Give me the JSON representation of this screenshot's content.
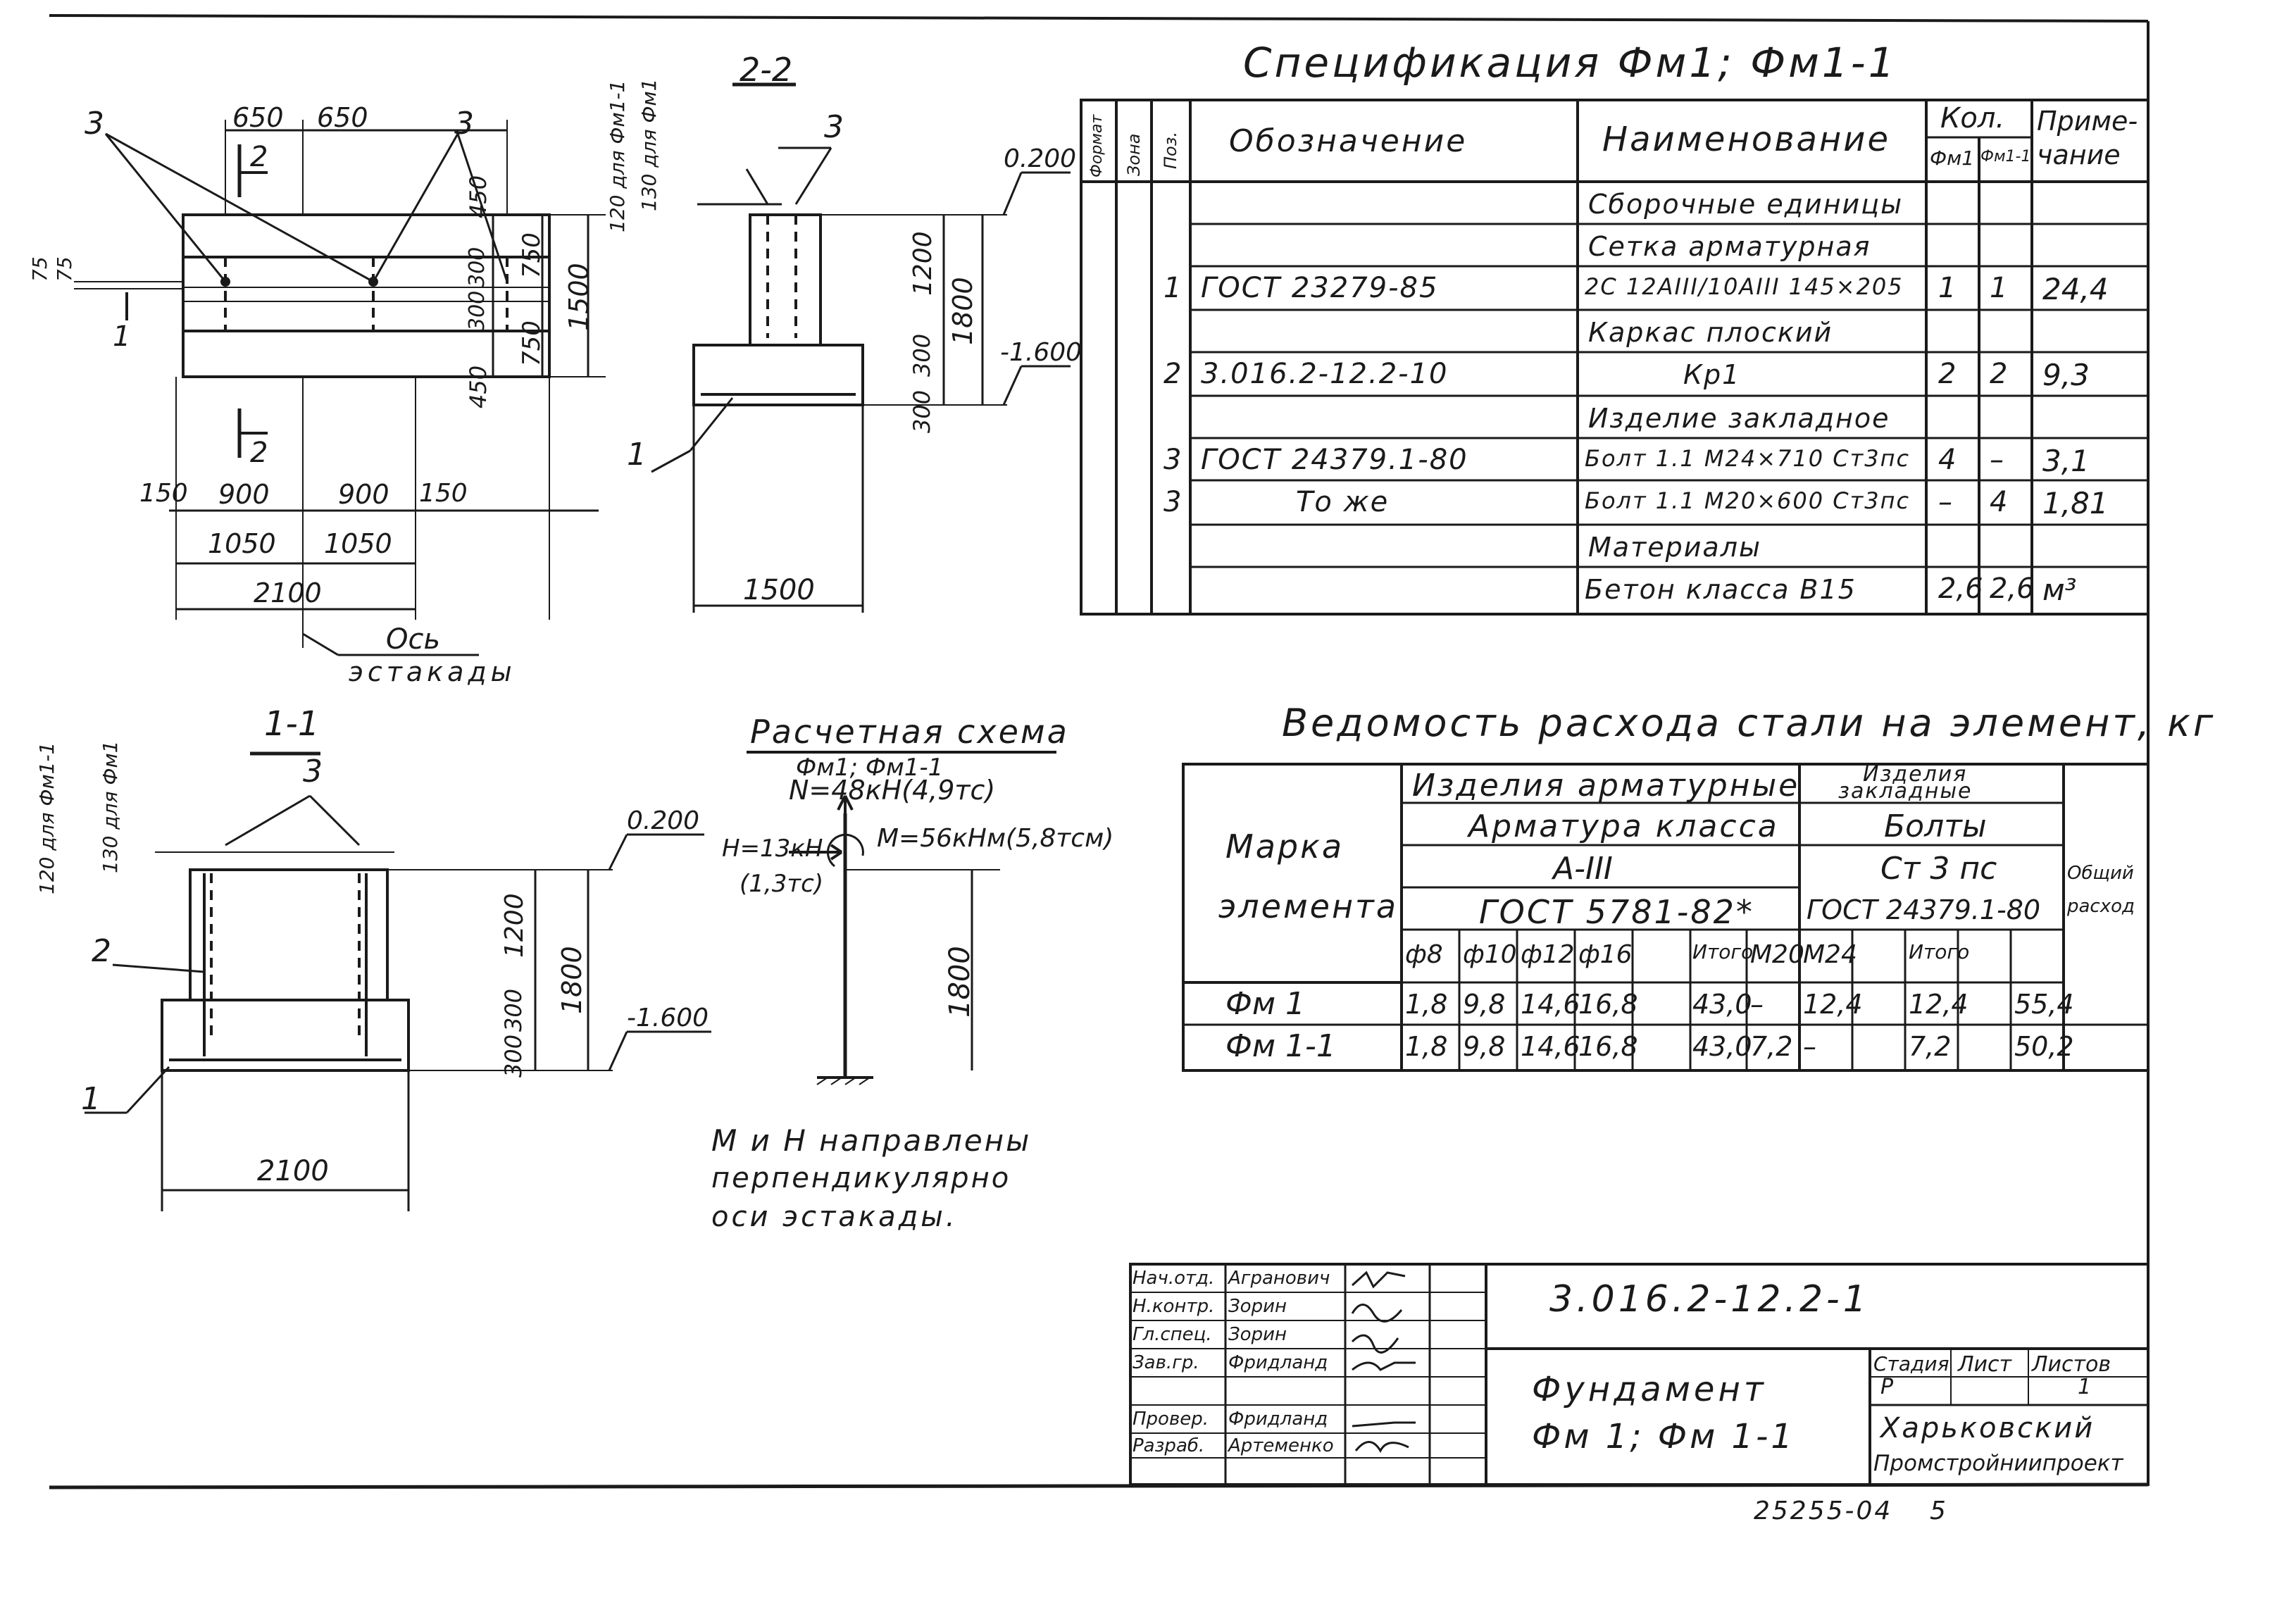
{
  "spec": {
    "title": "Спецификация Фм1; Фм1-1",
    "headers": {
      "format": "Формат",
      "zone": "Зона",
      "pos": "Поз.",
      "designation": "Обозначение",
      "name": "Наименование",
      "qty": "Кол.",
      "qty_fm1": "Фм1",
      "qty_fm11": "Фм1-1",
      "note_1": "Приме-",
      "note_2": "чание"
    },
    "rows": [
      {
        "pos": "",
        "designation": "",
        "name": "Сборочные единицы",
        "q1": "",
        "q2": "",
        "note": ""
      },
      {
        "pos": "",
        "designation": "",
        "name": "Сетка арматурная",
        "q1": "",
        "q2": "",
        "note": ""
      },
      {
        "pos": "1",
        "designation": "ГОСТ 23279-85",
        "name": "2С 12АIII/10АIII 145×205",
        "q1": "1",
        "q2": "1",
        "note": "24,4"
      },
      {
        "pos": "",
        "designation": "",
        "name": "Каркас плоский",
        "q1": "",
        "q2": "",
        "note": ""
      },
      {
        "pos": "2",
        "designation": "3.016.2-12.2-10",
        "name": "Кр1",
        "q1": "2",
        "q2": "2",
        "note": "9,3"
      },
      {
        "pos": "",
        "designation": "",
        "name": "Изделие закладное",
        "q1": "",
        "q2": "",
        "note": ""
      },
      {
        "pos": "3",
        "designation": "ГОСТ 24379.1-80",
        "name": "Болт 1.1 М24×710 Ст3пс",
        "q1": "4",
        "q2": "–",
        "note": "3,1"
      },
      {
        "pos": "3",
        "designation": "То же",
        "name": "Болт 1.1 М20×600 Ст3пс",
        "q1": "–",
        "q2": "4",
        "note": "1,81"
      },
      {
        "pos": "",
        "designation": "",
        "name": "Материалы",
        "q1": "",
        "q2": "",
        "note": ""
      },
      {
        "pos": "",
        "designation": "",
        "name": "Бетон класса В15",
        "q1": "2,6",
        "q2": "2,6",
        "note": "м³"
      }
    ]
  },
  "steel": {
    "title": "Ведомость расхода стали на элемент, кг",
    "h_mark_1": "Марка",
    "h_mark_2": "элемента",
    "h_rebar": "Изделия арматурные",
    "h_rebar_class": "Арматура класса",
    "h_rebar_grade": "А-III",
    "h_rebar_gost": "ГОСТ 5781-82*",
    "h_embed_1": "Изделия",
    "h_embed_2": "закладные",
    "h_bolts": "Болты",
    "h_steel": "Ст 3 пс",
    "h_bolt_gost": "ГОСТ 24379.1-80",
    "h_total_1": "Общий",
    "h_total_2": "расход",
    "sub": [
      "ф8",
      "ф10",
      "ф12",
      "ф16",
      "",
      "Итого",
      "М20",
      "М24",
      "",
      "Итого"
    ],
    "rows": [
      {
        "mark": "Фм 1",
        "cells": [
          "1,8",
          "9,8",
          "14,6",
          "16,8",
          "",
          "43,0",
          "–",
          "12,4",
          "",
          "12,4",
          "55,4"
        ]
      },
      {
        "mark": "Фм 1-1",
        "cells": [
          "1,8",
          "9,8",
          "14,6",
          "16,8",
          "",
          "43,0",
          "7,2",
          "–",
          "",
          "7,2",
          "50,2"
        ]
      }
    ]
  },
  "plan": {
    "d650a": "650",
    "d650b": "650",
    "d150a": "150",
    "d900a": "900",
    "d900b": "900",
    "d150b": "150",
    "d1050a": "1050",
    "d1050b": "1050",
    "d2100": "2100",
    "d450a": "450",
    "d300a": "300",
    "d300b": "300",
    "d450b": "450",
    "d750a": "750",
    "d750b": "750",
    "d1500": "1500",
    "d75a": "75",
    "d75b": "75",
    "mark3a": "3",
    "mark3b": "3",
    "mark1": "1",
    "cut2": "2",
    "cut2b": "2",
    "axis_1": "Ось",
    "axis_2": "эстакады"
  },
  "sec22": {
    "title": "2-2",
    "lbl_120": "120 для Фм1-1",
    "lbl_130": "130 для Фм1",
    "mark3": "3",
    "mark1": "1",
    "lvl_top": "0.200",
    "lvl_bot": "-1.600",
    "d1200": "1200",
    "d300a": "300",
    "d300b": "300",
    "d1800": "1800",
    "d1500": "1500"
  },
  "sec11": {
    "title": "1-1",
    "lbl_120": "120 для Фм1-1",
    "lbl_130": "130 для Фм1",
    "mark3": "3",
    "mark2": "2",
    "mark1": "1",
    "lvl_top": "0.200",
    "lvl_bot": "-1.600",
    "d1200": "1200",
    "d300a": "300",
    "d300b": "300",
    "d1800": "1800",
    "d2100": "2100"
  },
  "calc": {
    "title": "Расчетная схема",
    "subtitle": "Фм1; Фм1-1",
    "n": "N=48кН(4,9тс)",
    "h1": "H=13кН",
    "h2": "(1,3тс)",
    "m": "M=56кНм(5,8тсм)",
    "d1800": "1800",
    "note_1": "М и Н направлены",
    "note_2": "перпендикулярно",
    "note_3": "оси эстакады."
  },
  "stamp": {
    "code": "3.016.2-12.2-1",
    "roles": [
      "Нач.отд.",
      "Н.контр.",
      "Гл.спец.",
      "Зав.гр.",
      "",
      "Провер.",
      "Разраб."
    ],
    "names": [
      "Агранович",
      "Зорин",
      "Зорин",
      "Фридланд",
      "",
      "Фридланд",
      "Артеменко"
    ],
    "title_1": "Фундамент",
    "title_2": "Фм 1; Фм 1-1",
    "h_stage": "Стадия",
    "h_sheet": "Лист",
    "h_sheets": "Листов",
    "stage": "Р",
    "sheet": "",
    "sheets": "1",
    "org_1": "Харьковский",
    "org_2": "Промстройниипроект"
  },
  "footer": {
    "inv": "25255-04",
    "page": "5"
  }
}
